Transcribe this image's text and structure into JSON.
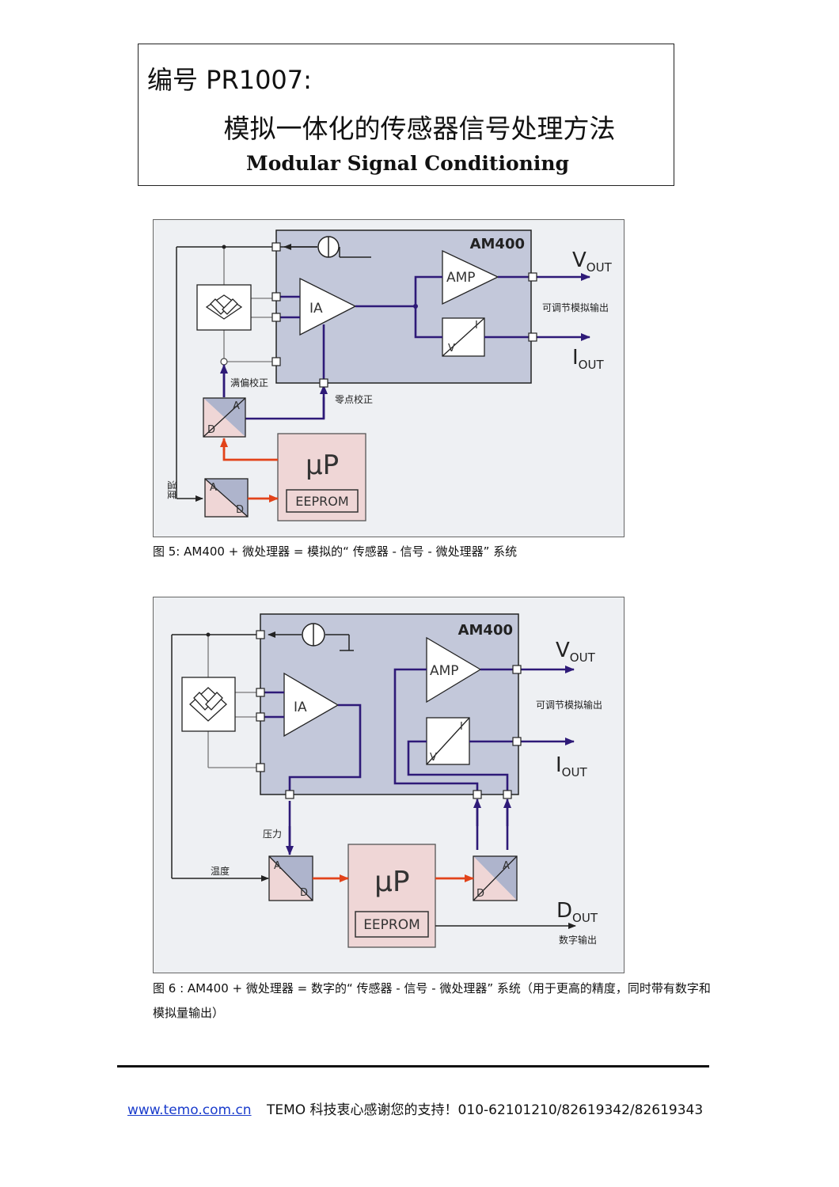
{
  "header": {
    "number": "编号 PR1007:",
    "title": "模拟一体化的传感器信号处理方法",
    "subtitle": "Modular Signal Conditioning"
  },
  "figure5": {
    "chip_label": "AM400",
    "ia": "IA",
    "amp": "AMP",
    "vi_v": "V",
    "vi_i": "I",
    "vout_main": "V",
    "vout_sub": "OUT",
    "iout_main": "I",
    "iout_sub": "OUT",
    "adj_analog_out": "可调节模拟输出",
    "span_cal": "满偏校正",
    "zero_cal": "零点校正",
    "temperature": "温度",
    "dac_a": "A",
    "dac_d": "D",
    "adc_a": "A",
    "adc_d": "D",
    "up": "μP",
    "eeprom": "EEPROM",
    "caption": "图 5: AM400 + 微处理器 = 模拟的“ 传感器 - 信号 - 微处理器” 系统"
  },
  "figure6": {
    "chip_label": "AM400",
    "ia": "IA",
    "amp": "AMP",
    "vi_v": "V",
    "vi_i": "I",
    "vout_main": "V",
    "vout_sub": "OUT",
    "iout_main": "I",
    "iout_sub": "OUT",
    "dout_main": "D",
    "dout_sub": "OUT",
    "adj_analog_out": "可调节模拟输出",
    "pressure": "压力",
    "temperature": "温度",
    "digital_out": "数字输出",
    "adc_a": "A",
    "adc_d": "D",
    "dac_a": "A",
    "dac_d": "D",
    "up": "μP",
    "eeprom": "EEPROM",
    "caption_line1": "图  6 : AM400 + 微处理器 = 数字的“ 传感器 - 信号 - 微处理器” 系统（用于更高的精度，同时带有数字和",
    "caption_line2": "模拟量输出）"
  },
  "footer": {
    "link": "www.temo.com.cn",
    "text": "TEMO 科技衷心感谢您的支持！010-62101210/82619342/82619343"
  },
  "colors": {
    "chip_fill": "#c3c8da",
    "panel_fill": "#eef0f3",
    "signal_line": "#2e1a78",
    "digital_arrow": "#e2431a",
    "converter_pink": "#efd6d6",
    "converter_blue": "#aeb4cc"
  }
}
